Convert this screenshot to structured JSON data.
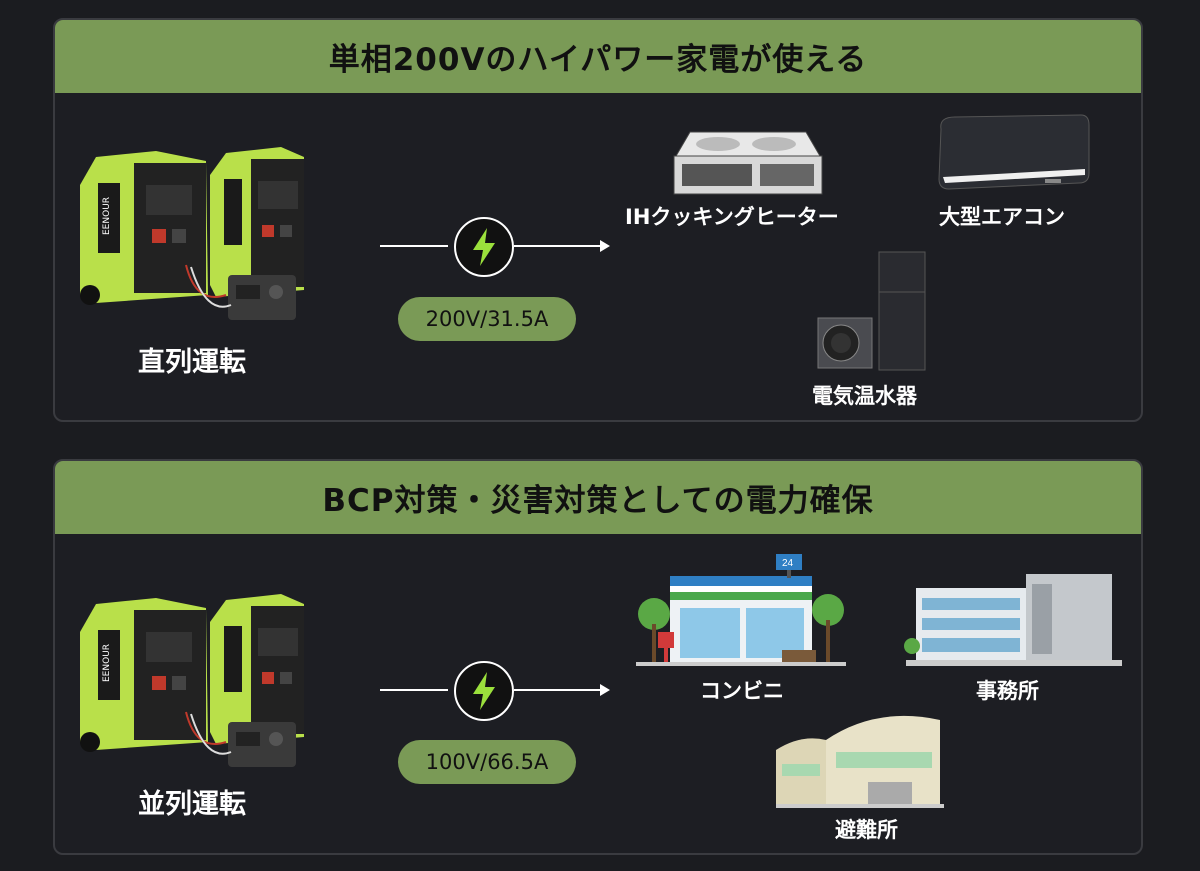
{
  "section1": {
    "title": "単相200VのハイパワーA家電が使える",
    "mode_label": "直列運転",
    "spec": "200V/31.5A",
    "appliances": [
      "IHクッキングヒーター",
      "大型エアコン",
      "電気温水器"
    ]
  },
  "section2": {
    "title": "BCP対策・災害対策としての電力確保",
    "mode_label": "並列運転",
    "spec": "100V/66.5A",
    "appliances": [
      "コンビニ",
      "事務所",
      "避難所"
    ],
    "store_sign": "24"
  },
  "generator_brand": "EENOUR",
  "colors": {
    "accent": "#7a9a56",
    "generator_green": "#b9e04a",
    "bolt": "#9be03c"
  },
  "icons": [
    "generator-icon",
    "bolt-icon",
    "arrow-icon",
    "ih-cooker-icon",
    "air-conditioner-icon",
    "water-heater-icon",
    "convenience-store-icon",
    "office-building-icon",
    "shelter-gym-icon"
  ]
}
